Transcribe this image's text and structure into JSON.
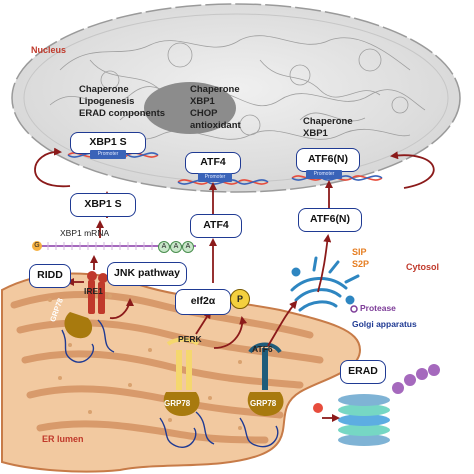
{
  "regions": {
    "nucleus": "Nucleus",
    "cytosol": "Cytosol",
    "er_lumen": "ER lumen"
  },
  "nucleus_targets": {
    "xbp1": [
      "Chaperone",
      "Lipogenesis",
      "ERAD components"
    ],
    "atf4": [
      "Chaperone",
      "XBP1",
      "CHOP",
      "antioxidant"
    ],
    "atf6": [
      "Chaperone",
      "XBP1"
    ]
  },
  "nuclear_factors": {
    "xbp1s": "XBP1 S",
    "atf4": "ATF4",
    "atf6n": "ATF6(N)",
    "promoter": "Promoter"
  },
  "cytosol_factors": {
    "xbp1s": "XBP1 S",
    "atf4": "ATF4",
    "atf6n": "ATF6(N)",
    "xbp1_mrna": "XBP1 mRNA",
    "mrna_cap": "G",
    "poly_a": [
      "A",
      "A",
      "A"
    ]
  },
  "ire1_branch": {
    "ridd": "RIDD",
    "jnk": "JNK pathway",
    "ire1": "IRE1",
    "grp78": "GRP78"
  },
  "perk_branch": {
    "eif2a": "eIf2α",
    "phospho": "P",
    "perk": "PERK",
    "grp78": "GRP78"
  },
  "atf6_branch": {
    "atf6": "ATF6",
    "grp78": "GRP78",
    "s1p": "SIP",
    "s2p": "S2P",
    "protease": "Protease",
    "golgi": "Golgi apparatus"
  },
  "erad": {
    "label": "ERAD"
  },
  "colors": {
    "region_red": "#c0392b",
    "box_border": "#1f3a93",
    "arrow": "#8b1a1a",
    "er_fill": "#f2c9a0",
    "er_stroke": "#c77b48",
    "grp78": "#a87a0e",
    "promoter": "#3a63b8",
    "s1p_s2p": "#e67e22",
    "golgi": "#2e86c1"
  }
}
